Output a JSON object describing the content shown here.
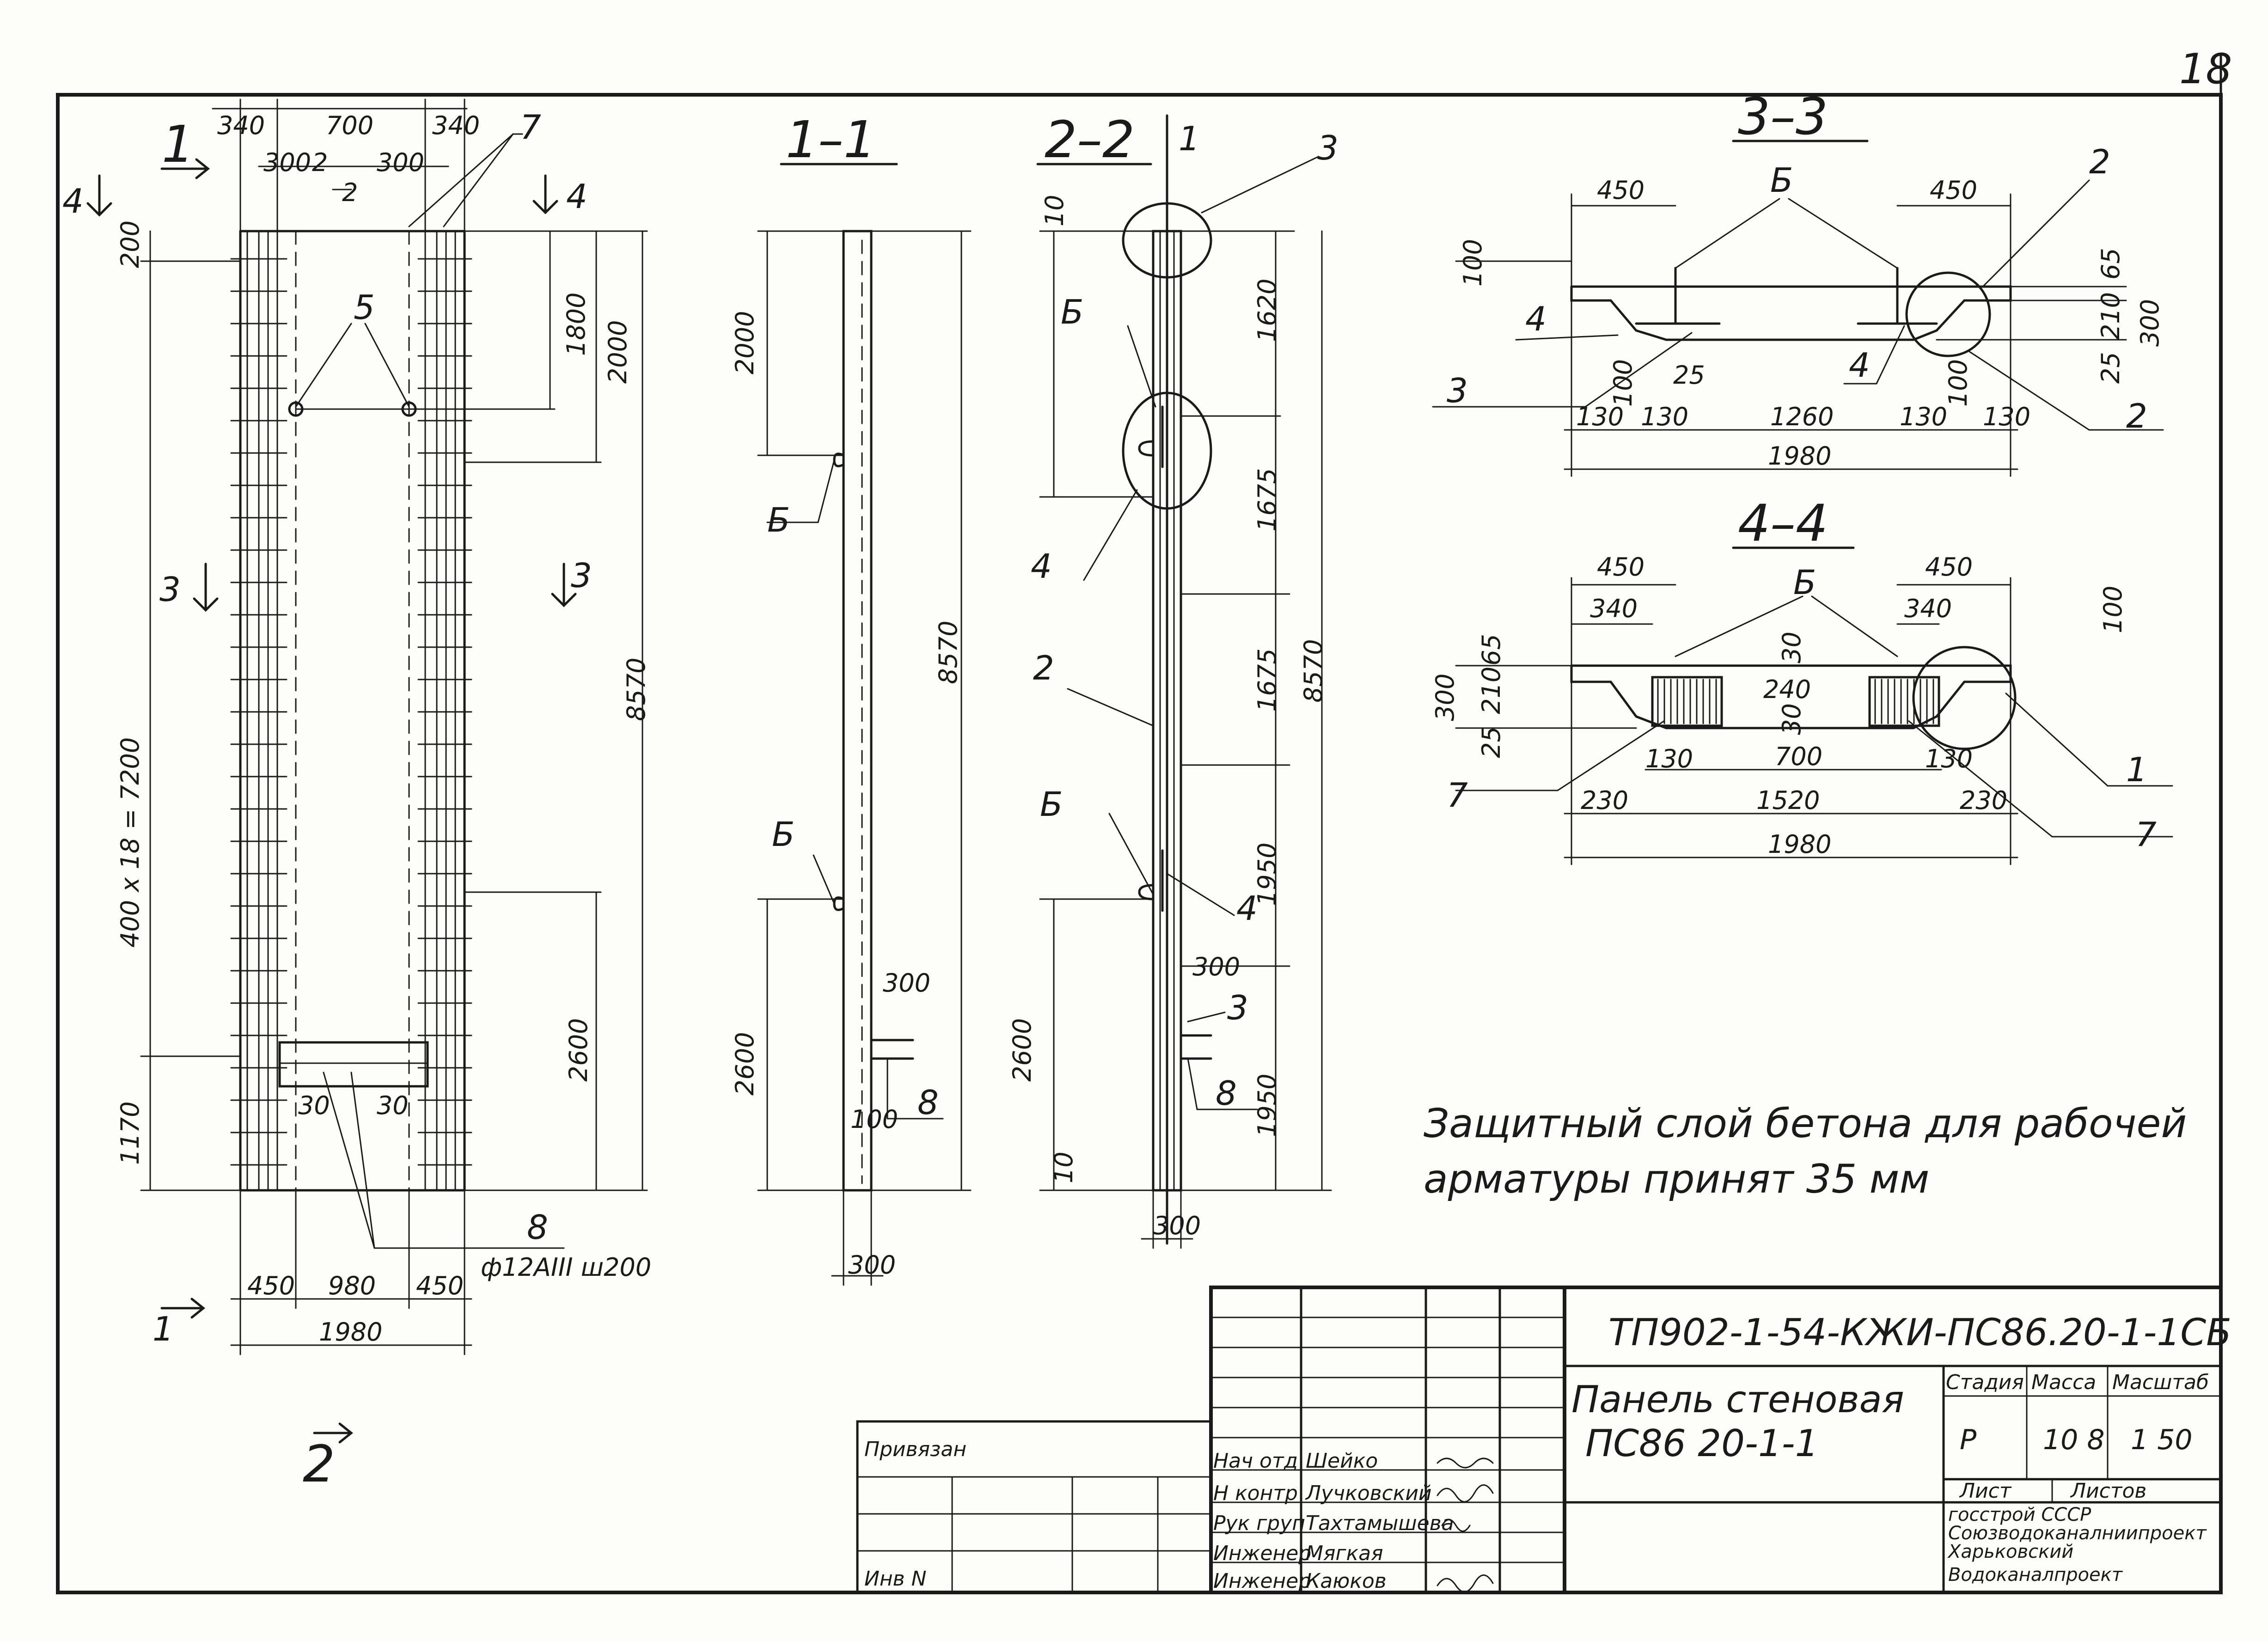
{
  "sheet": {
    "sheet_number": "18",
    "document_code": "ТП902-1-54-КЖИ-ПС86.20-1-1СБ",
    "title_line1": "Панель стеновая",
    "title_line2": "ПС86 20-1-1",
    "headers": {
      "stage": "Стадия",
      "mass": "Масса",
      "scale": "Масштаб",
      "sheet": "Лист",
      "sheets": "Листов"
    },
    "values": {
      "stage": "Р",
      "mass": "10 8",
      "scale": "1 50"
    },
    "organization": [
      "госстрой СССР",
      "Союзводоканалниипроект",
      "Харьковский",
      "Водоканалпроект"
    ],
    "binding_label": "Привязан",
    "inventory_label": "Инв N",
    "signatures": [
      {
        "role": "Нач отд",
        "name": "Шейко"
      },
      {
        "role": "Н контр",
        "name": "Лучковский"
      },
      {
        "role": "Рук груп",
        "name": "Тахтамышева"
      },
      {
        "role": "Инженер",
        "name": "Мягкая"
      },
      {
        "role": "Инженер",
        "name": "Каюков"
      }
    ]
  },
  "note": {
    "line1": "Защитный слой бетона для рабочей",
    "line2": "арматуры принят 35 мм"
  },
  "sections": {
    "s11": "1–1",
    "s22": "2–2",
    "s33": "3–3",
    "s44": "4–4"
  },
  "plan": {
    "top_dims": [
      "340",
      "700",
      "340",
      "300",
      "2",
      "300"
    ],
    "left_dims": [
      "200",
      "400 x 18 = 7200",
      "1170"
    ],
    "right_dims": [
      "1800",
      "2000",
      "8570",
      "2600"
    ],
    "bottom_dims": [
      "450",
      "980",
      "450",
      "1980",
      "30",
      "30"
    ],
    "rebar_note": "ф12АIII ш200",
    "cut_marks": [
      "1",
      "1",
      "2",
      "2",
      "3",
      "3",
      "4",
      "4"
    ],
    "leaders": [
      "7",
      "5",
      "8"
    ]
  },
  "section11": {
    "dims": [
      "2000",
      "8570",
      "2600",
      "300",
      "100",
      "300"
    ],
    "leaders": [
      "Б",
      "Б",
      "8"
    ]
  },
  "section22": {
    "dims": [
      "10",
      "1620",
      "1675",
      "1675",
      "8570",
      "1950",
      "1950",
      "2600",
      "300",
      "10",
      "300"
    ],
    "leaders": [
      "1",
      "3",
      "Б",
      "4",
      "2",
      "Б",
      "4",
      "3",
      "8"
    ]
  },
  "section33": {
    "dims": [
      "450",
      "450",
      "100",
      "65",
      "210",
      "300",
      "25",
      "25",
      "130",
      "100",
      "130",
      "1260",
      "130",
      "100",
      "130",
      "1980"
    ],
    "leaders": [
      "Б",
      "2",
      "4",
      "3",
      "4",
      "2"
    ]
  },
  "section44": {
    "dims": [
      "450",
      "340",
      "450",
      "340",
      "100",
      "65",
      "300",
      "210",
      "25",
      "30",
      "240",
      "30",
      "130",
      "700",
      "130",
      "230",
      "1520",
      "230",
      "1980"
    ],
    "leaders": [
      "Б",
      "7",
      "1",
      "7"
    ]
  }
}
